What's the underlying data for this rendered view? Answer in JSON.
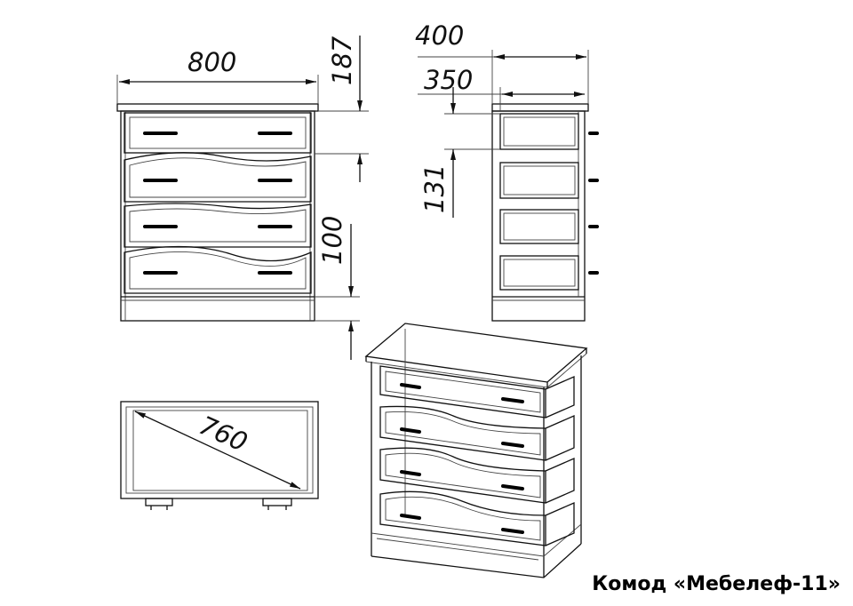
{
  "title": "Комод «Мебелеф-11»",
  "front_view": {
    "width_label": "800",
    "top_drawer_label": "187",
    "plinth_label": "100"
  },
  "side_view": {
    "depth_label": "400",
    "inner_depth_label": "350",
    "drawer_label": "131"
  },
  "top_view": {
    "diagonal_label": "760"
  },
  "colors": {
    "line": "#111111",
    "background": "#ffffff"
  }
}
